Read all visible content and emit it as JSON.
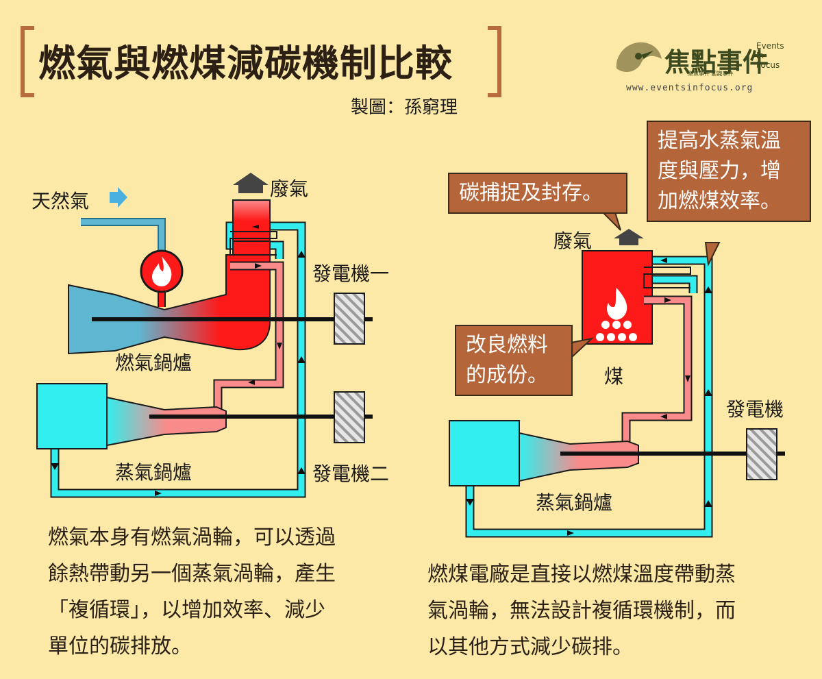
{
  "header": {
    "title": "燃氣與燃煤減碳機制比較",
    "credit": "製圖：孫窮理"
  },
  "logo": {
    "name_cn": "焦點事件",
    "name_en_1": "Events",
    "name_en_2": "In",
    "name_en_3": "Focus",
    "tagline": "聚焦事件  認識事件",
    "url": "www.eventsinfocus.org"
  },
  "gas_plant": {
    "input_label": "天然氣",
    "exhaust_label": "廢氣",
    "generator_1": "發電機一",
    "generator_2": "發電機二",
    "gas_boiler": "燃氣鍋爐",
    "steam_boiler": "蒸氣鍋爐",
    "description": [
      "燃氣本身有燃氣渦輪，可以透過",
      "餘熱帶動另一個蒸氣渦輪，產生",
      "「複循環」，以增加效率、減少",
      "單位的碳排放。"
    ]
  },
  "coal_plant": {
    "exhaust_label": "廢氣",
    "coal_label": "煤",
    "generator": "發電機",
    "steam_boiler": "蒸氣鍋爐",
    "callout_capture": "碳捕捉及封存。",
    "callout_steam": [
      "提高水蒸氣溫",
      "度與壓力，增",
      "加燃煤效率。"
    ],
    "callout_fuel": [
      "改良燃料",
      "的成份。"
    ],
    "description": [
      "燃煤電廠是直接以燃煤溫度帶動蒸",
      "氣渦輪，無法設計複循環機制，而",
      "以其他方式減少碳排。"
    ]
  },
  "colors": {
    "background": "#fde9a7",
    "accent": "#b86b3c",
    "hot": "#ff1a1a",
    "steam_hot": "#f98b8b",
    "water": "#33eeee",
    "water_dark": "#2aa8b8",
    "gas_turbine": "#5fb6d0"
  },
  "icons": [
    "flame-icon",
    "arrow-up-icon",
    "arrow-right-icon",
    "generator-icon"
  ]
}
